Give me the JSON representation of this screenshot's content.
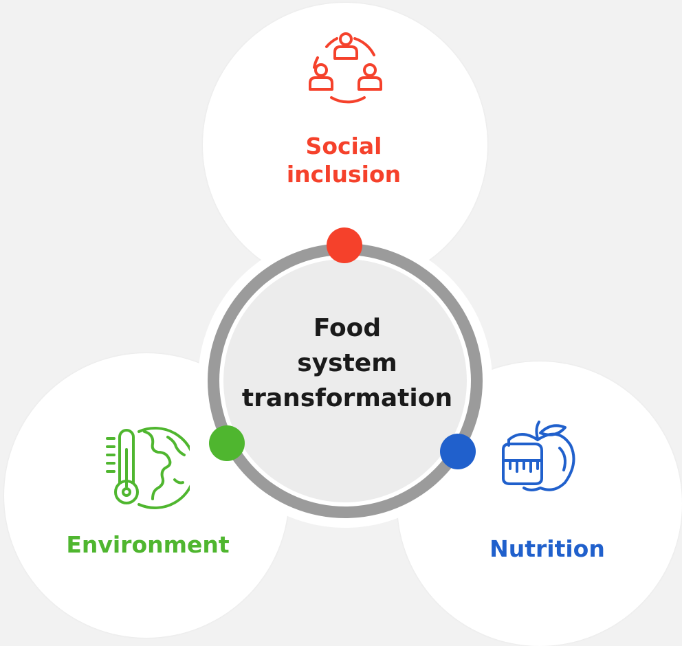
{
  "diagram": {
    "center": {
      "line1": "Food",
      "line2": "system",
      "line3": "transformation"
    },
    "segments": [
      {
        "label_line1": "Social",
        "label_line2": "inclusion",
        "icon": "people-group-icon",
        "color": "#f5412b"
      },
      {
        "label": "Environment",
        "icon": "thermometer-globe-icon",
        "color": "#4fb62f"
      },
      {
        "label": "Nutrition",
        "icon": "apple-measuring-tape-icon",
        "color": "#2060cc"
      }
    ],
    "colors": {
      "background": "#f2f2f2",
      "ring": "#9b9b9b",
      "center_fill": "#ececec",
      "text": "#1a1a1a"
    }
  }
}
